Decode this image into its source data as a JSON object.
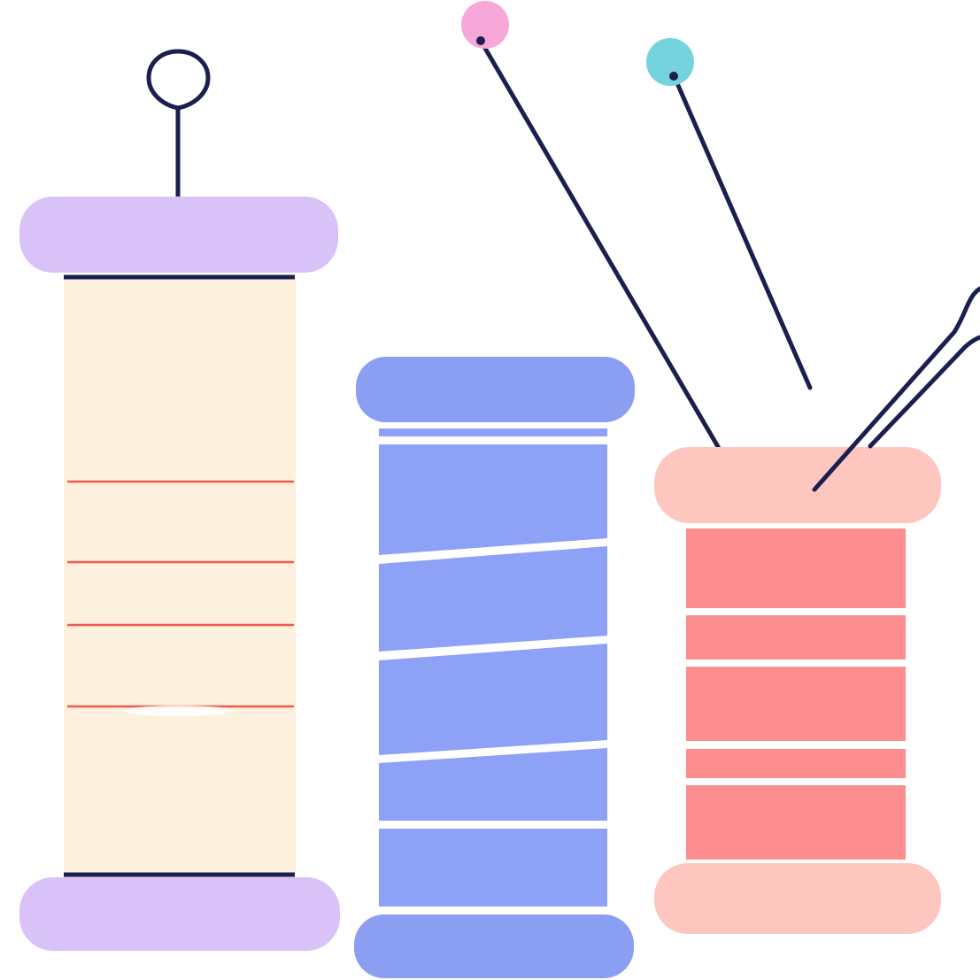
{
  "illustration": {
    "subject": "thread-spools-with-pins",
    "colors": {
      "background": "#ffffff",
      "outline": "#1b1f4f",
      "spool_left_flange": "#d9c2f7",
      "spool_left_thread": "#fdf0dc",
      "spool_left_stripe": "#ef5a4e",
      "spool_middle_flange": "#8b9ff2",
      "spool_middle_thread": "#8da1f7",
      "spool_middle_stripe": "#ffffff",
      "spool_right_flange": "#fdc6bf",
      "spool_right_thread": "#fd8e8f",
      "spool_right_stripe": "#ffffff",
      "pin_pink_head": "#f7a8d9",
      "pin_teal_head": "#74d3dc"
    },
    "objects": [
      {
        "name": "spool-left",
        "icon": "thread-spool-icon"
      },
      {
        "name": "spool-middle",
        "icon": "thread-spool-icon"
      },
      {
        "name": "spool-right",
        "icon": "thread-spool-icon"
      },
      {
        "name": "needle-loop",
        "icon": "needle-icon"
      },
      {
        "name": "pin-pink",
        "icon": "pin-icon"
      },
      {
        "name": "pin-teal",
        "icon": "pin-icon"
      },
      {
        "name": "needle-pair",
        "icon": "needle-icon"
      }
    ]
  }
}
